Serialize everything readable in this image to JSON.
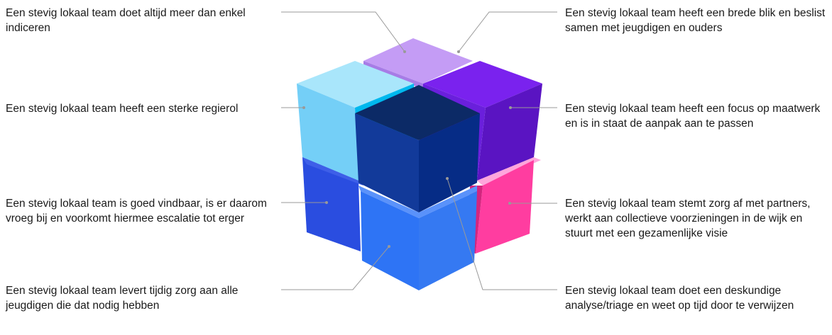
{
  "labels": {
    "top_left": "Een stevig lokaal team doet altijd meer dan enkel indiceren",
    "mid_left": "Een stevig lokaal team heeft een sterke regierol",
    "lower_left": "Een stevig lokaal team is goed vindbaar, is er daarom vroeg bij en voorkomt hiermee escalatie tot erger",
    "bottom_left": "Een stevig lokaal team levert tijdig zorg aan alle jeugdigen die dat nodig hebben",
    "top_right": "Een stevig lokaal team heeft een brede blik en beslist samen met jeugdigen en ouders",
    "mid_right": "Een stevig lokaal team heeft een focus op maatwerk en is in staat de aanpak aan te passen",
    "lower_right": "Een stevig lokaal team stemt zorg af met partners, werkt aan collectieve voorzieningen in de wijk en stuurt met een gezamenlijke visie",
    "bottom_right": "Een stevig lokaal team doet een deskundige analyse/triage en weet op tijd door te verwijzen"
  },
  "colors": {
    "lavender": "#c49cf5",
    "violet": "#6a1fdc",
    "light_blue": "#8ed8f8",
    "cyan": "#00b8ee",
    "navy": "#0a2a7a",
    "royal_blue": "#2a4de0",
    "bright_blue": "#2e74f5",
    "pink": "#ff3da0",
    "connector": "#999999"
  }
}
